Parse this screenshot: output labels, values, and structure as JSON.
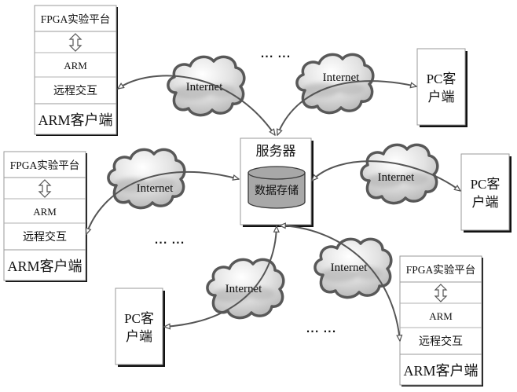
{
  "server": {
    "title": "服务器",
    "storage": "数据存储"
  },
  "arm_clients": [
    {
      "fpga": "FPGA实验平台",
      "arm": "ARM",
      "remote": "远程交互",
      "client": "ARM客户端"
    },
    {
      "fpga": "FPGA实验平台",
      "arm": "ARM",
      "remote": "远程交互",
      "client": "ARM客户端"
    },
    {
      "fpga": "FPGA实验平台",
      "arm": "ARM",
      "remote": "远程交互",
      "client": "ARM客户端"
    }
  ],
  "pc_clients": [
    {
      "line1": "PC客",
      "line2": "户端"
    },
    {
      "line1": "PC客",
      "line2": "户端"
    },
    {
      "line1": "PC客",
      "line2": "户端"
    }
  ],
  "clouds": [
    {
      "label": "Internet"
    },
    {
      "label": "Internet"
    },
    {
      "label": "Internet"
    },
    {
      "label": "Internet"
    },
    {
      "label": "Internet"
    },
    {
      "label": "Internet"
    }
  ],
  "ellipses": [
    "··· ···",
    "··· ···",
    "··· ···"
  ]
}
